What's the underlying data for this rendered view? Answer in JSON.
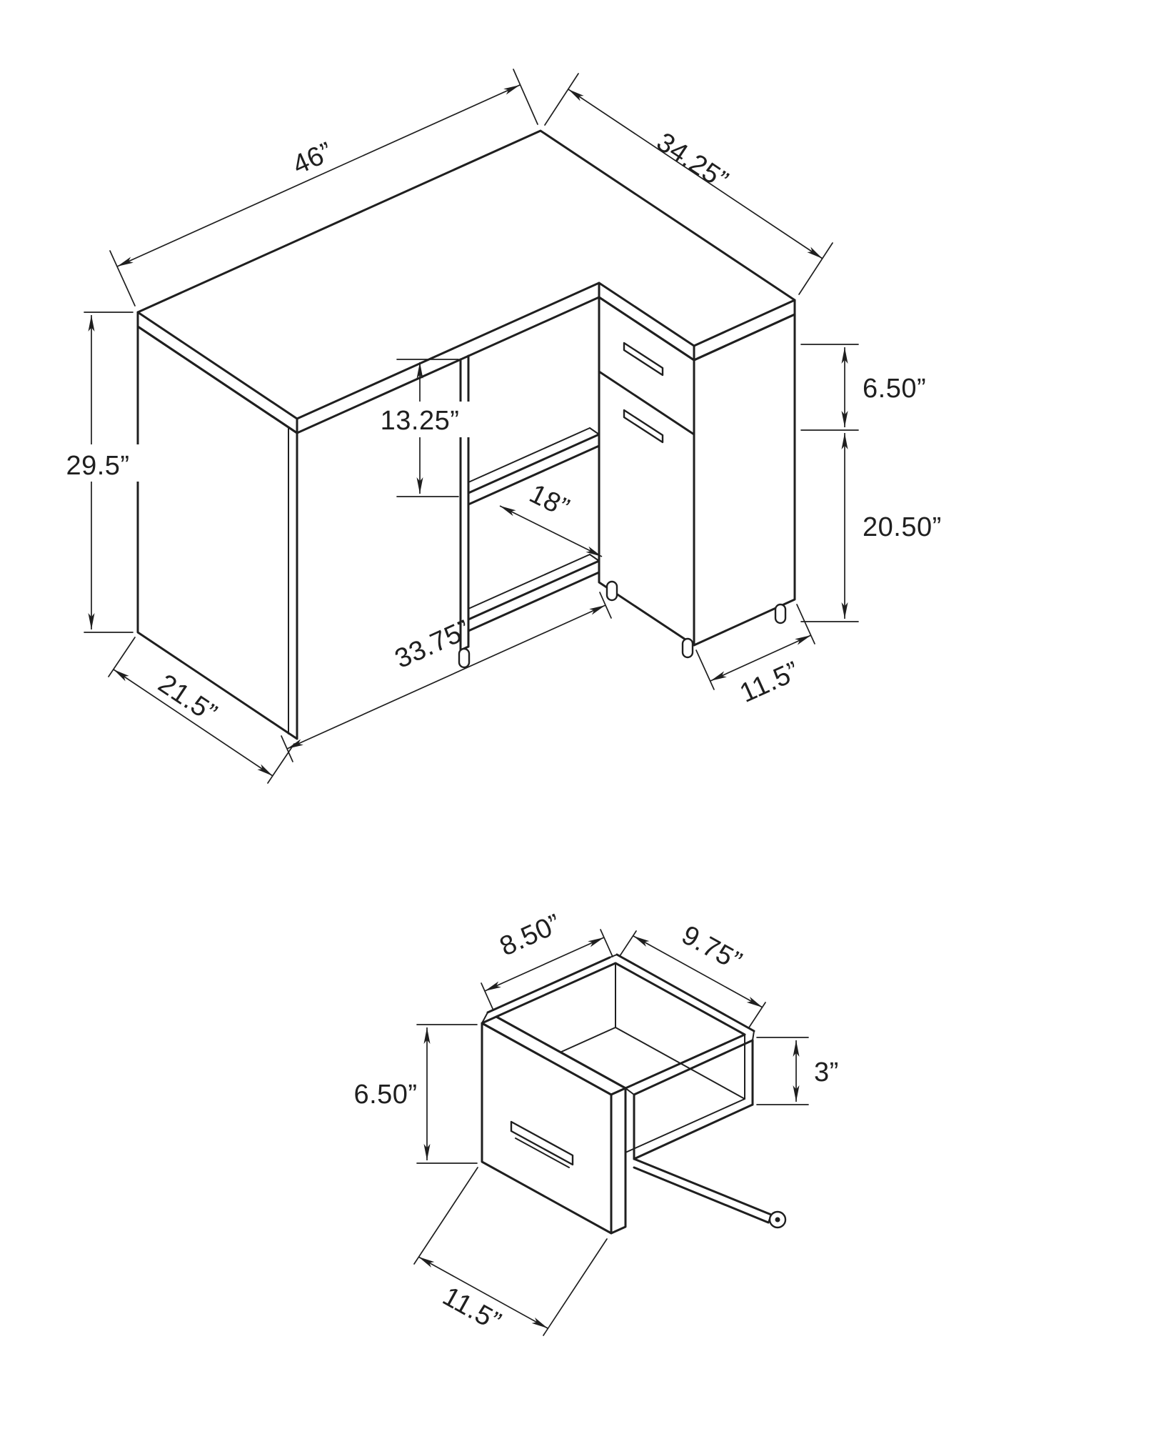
{
  "figure": {
    "kind": "furniture-dimension-diagram",
    "line_color": "#1f1f1f",
    "background": "#ffffff"
  },
  "desk_view": {
    "dims": {
      "top_length": "46”",
      "top_depth": "34.25”",
      "overall_height": "29.5”",
      "shelf_opening_height": "13.25”",
      "drawer_front_height": "6.50”",
      "door_height": "20.50”",
      "shelf_depth": "18”",
      "front_span": "33.75”",
      "side_panel_depth": "21.5”",
      "cabinet_width": "11.5”"
    }
  },
  "drawer_view": {
    "dims": {
      "opening_width": "8.50”",
      "opening_depth": "9.75”",
      "front_height": "6.50”",
      "side_height": "3”",
      "front_width": "11.5”"
    }
  }
}
